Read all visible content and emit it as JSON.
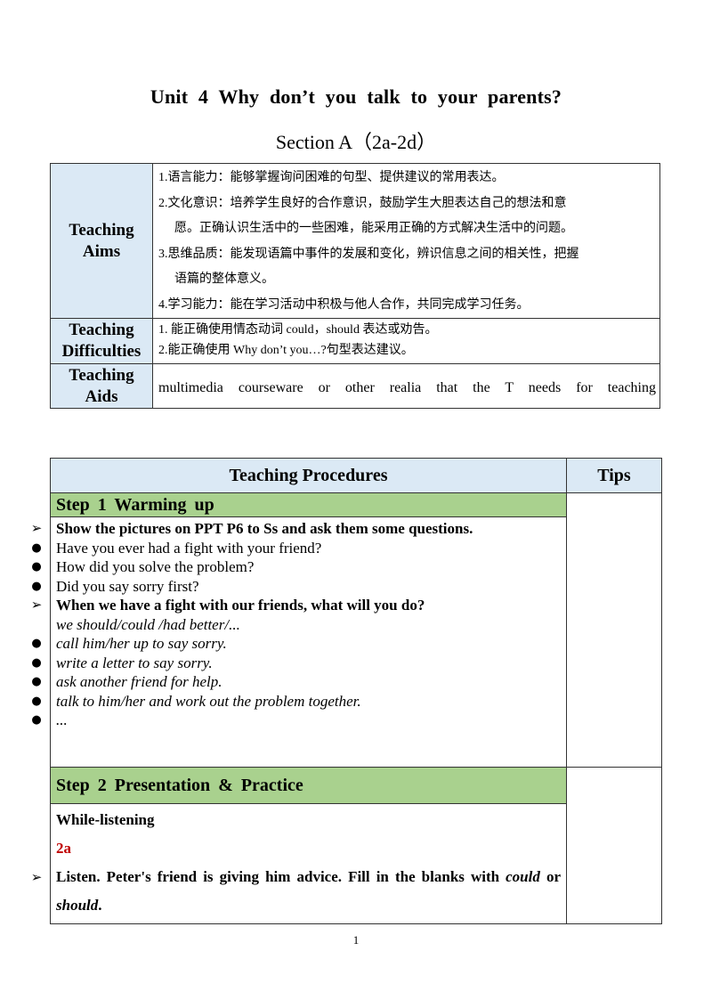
{
  "header": {
    "title": "Unit 4 Why don’t you talk to your parents?",
    "subtitle": "Section A（2a-2d）"
  },
  "aims_table": {
    "aims_label": [
      "Teaching",
      "Aims"
    ],
    "aims": [
      "1.语言能力：能够掌握询问困难的句型、提供建议的常用表达。",
      "2.文化意识：培养学生良好的合作意识，鼓励学生大胆表达自己的想法和意",
      "愿。正确认识生活中的一些困难，能采用正确的方式解决生活中的问题。",
      "3.思维品质：能发现语篇中事件的发展和变化，辨识信息之间的相关性，把握",
      "语篇的整体意义。",
      "4.学习能力：能在学习活动中积极与他人合作，共同完成学习任务。"
    ],
    "difficulties_label": [
      "Teaching",
      "Difficulties"
    ],
    "difficulties": [
      "1. 能正确使用情态动词 could，should 表达或劝告。",
      "2.能正确使用 Why don’t you…?句型表达建议。"
    ],
    "aids_label": [
      "Teaching",
      "Aids"
    ],
    "aids": "multimedia courseware or other realia that the T needs for teaching"
  },
  "procedures_table": {
    "procedures_header": "Teaching Procedures",
    "tips_header": "Tips",
    "step1": {
      "title": "Step 1 Warming up",
      "lines": [
        {
          "bullet": "➢",
          "text": "Show the pictures on PPT P6 to Ss and ask them some questions.",
          "style": "bold"
        },
        {
          "bullet": "●",
          "text": "Have you ever had a fight with your friend?",
          "style": "normal"
        },
        {
          "bullet": "●",
          "text": "How did you solve the problem?",
          "style": "normal"
        },
        {
          "bullet": "●",
          "text": "Did you say sorry first?",
          "style": "normal"
        },
        {
          "bullet": "➢",
          "text": "When we have a fight with our friends, what will you do?",
          "style": "bold"
        },
        {
          "bullet": "",
          "text": "we should/could /had better/...",
          "style": "italic"
        },
        {
          "bullet": "●",
          "text": "call him/her up to say sorry.",
          "style": "italic"
        },
        {
          "bullet": "●",
          "text": "write a letter to say sorry.",
          "style": "italic"
        },
        {
          "bullet": "●",
          "text": "ask another friend for help.",
          "style": "italic"
        },
        {
          "bullet": "●",
          "text": "talk to him/her and work out the problem together.",
          "style": "italic"
        },
        {
          "bullet": "●",
          "text": "...",
          "style": "italic"
        }
      ]
    },
    "step2": {
      "title": "Step 2 Presentation & Practice",
      "while_listening": "While-listening",
      "activity_label": "2a",
      "instruction_bullet": "➢",
      "instruction_parts": [
        "Listen. Peter's friend is giving him advice. Fill in the blanks with ",
        "could",
        " or ",
        "should",
        "."
      ]
    }
  },
  "footer": {
    "page_number": "1"
  }
}
